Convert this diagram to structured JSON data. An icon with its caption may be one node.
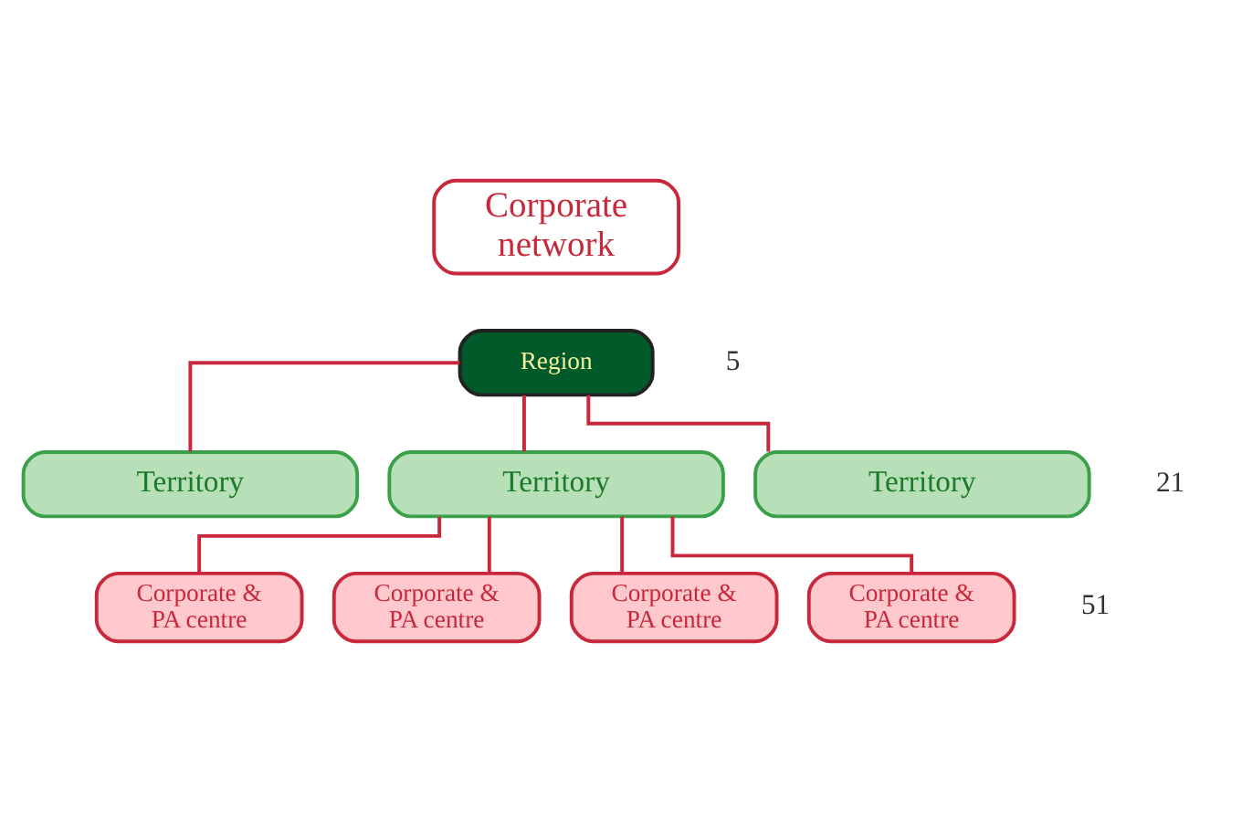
{
  "diagram": {
    "nodes": [
      {
        "text": [
          "Corporate network"
        ]
      },
      {
        "text": [
          "Region"
        ],
        "beside": [
          "5"
        ]
      },
      {
        "text": [
          "Territory"
        ]
      },
      {
        "text": [
          "Territory"
        ]
      },
      {
        "text": [
          "Territory"
        ],
        "beside": [
          "21"
        ]
      },
      {
        "text": [
          "Corporate & PA centre"
        ]
      },
      {
        "text": [
          "Corporate & PA centre"
        ]
      },
      {
        "text": [
          "Corporate & PA centre"
        ]
      },
      {
        "text": [
          "Corporate & PA centre"
        ],
        "beside": [
          "51"
        ]
      }
    ],
    "edges": [
      {
        "from": 1,
        "to": 2,
        "arrow": "none"
      },
      {
        "from": 1,
        "to": 3,
        "arrow": "none"
      },
      {
        "from": 1,
        "to": 4,
        "arrow": "none"
      },
      {
        "from": 3,
        "to": 5,
        "arrow": "none"
      },
      {
        "from": 3,
        "to": 6,
        "arrow": "none"
      },
      {
        "from": 3,
        "to": 7,
        "arrow": "none"
      },
      {
        "from": 3,
        "to": 8,
        "arrow": "none"
      }
    ]
  }
}
